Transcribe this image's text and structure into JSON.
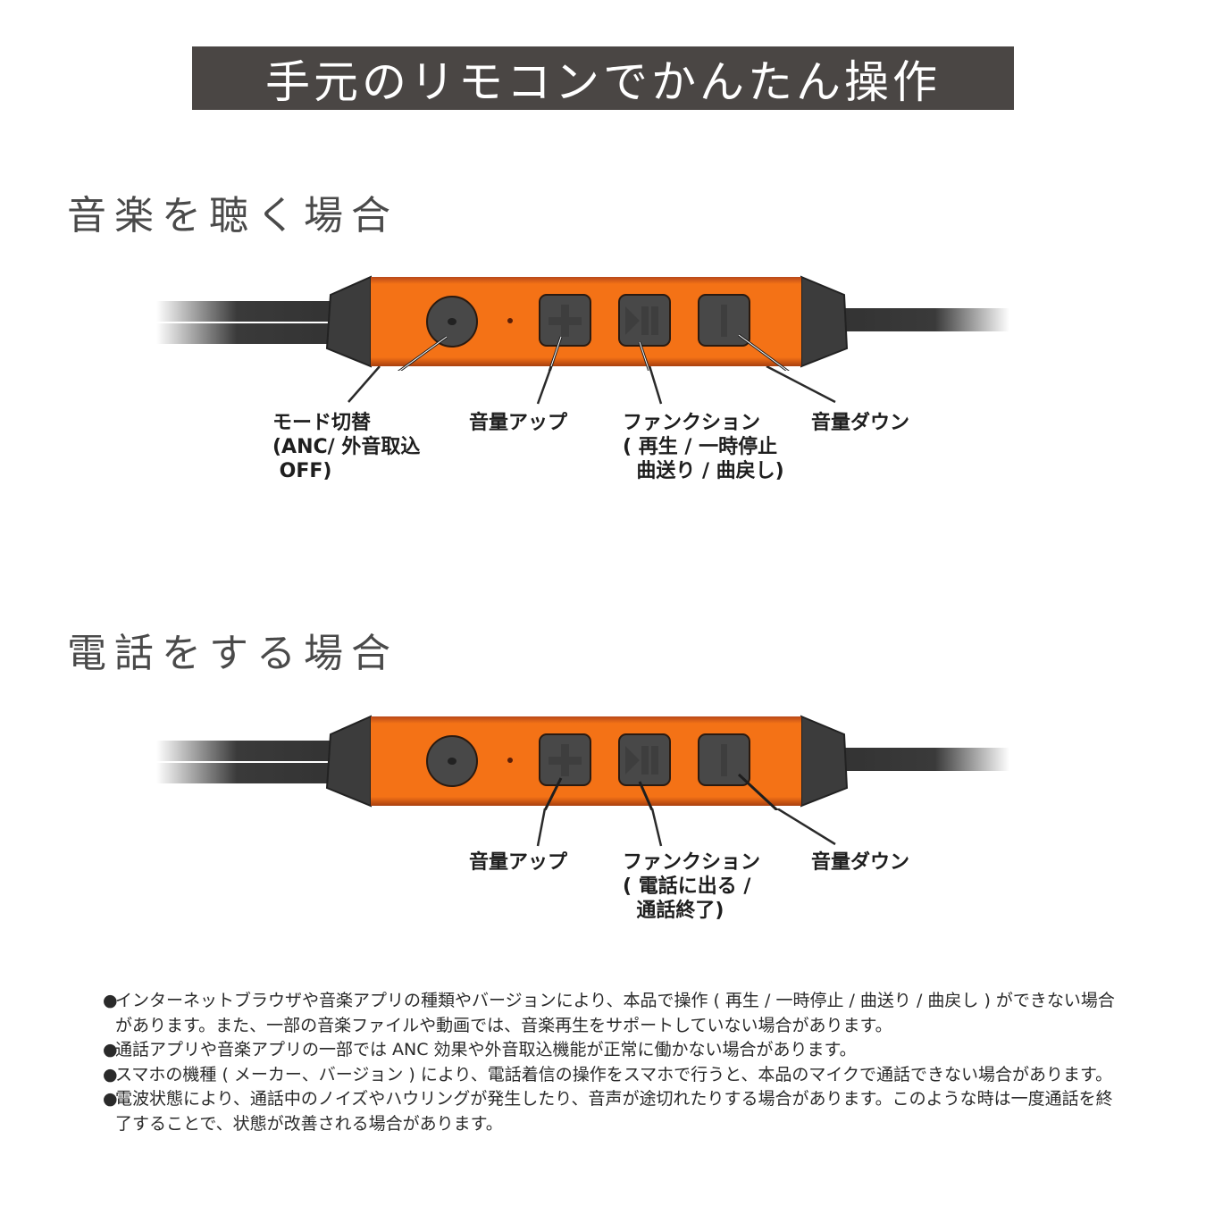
{
  "banner": {
    "title": "手元のリモコンでかんたん操作"
  },
  "music_section": {
    "title": "音楽を聴く場合",
    "labels": {
      "mode": "モード切替\n(ANC/ 外音取込\n OFF)",
      "volume_up": "音量アップ",
      "function": "ファンクション\n( 再生 / 一時停止\n  曲送り / 曲戻し)",
      "volume_down": "音量ダウン"
    }
  },
  "call_section": {
    "title": "電話をする場合",
    "labels": {
      "volume_up": "音量アップ",
      "function": "ファンクション\n( 電話に出る /\n  通話終了)",
      "volume_down": "音量ダウン"
    }
  },
  "remote": {
    "body_color": "#f47216",
    "cap_color": "#3c3c3c",
    "button_color": "#4a4a4a",
    "icons": [
      "mode-button-icon",
      "plus-icon",
      "play-pause-icon",
      "minus-icon"
    ]
  },
  "notes": [
    {
      "bullet": "●",
      "text": "インターネットブラウザや音楽アプリの種類やバージョンにより、本品で操作 ( 再生 / 一時停止 / 曲送り / 曲戻し ) ができない場合があります。また、一部の音楽ファイルや動画では、音楽再生をサポートしていない場合があります。"
    },
    {
      "bullet": "●",
      "text": "通話アプリや音楽アプリの一部では ANC 効果や外音取込機能が正常に働かない場合があります。"
    },
    {
      "bullet": "●",
      "text": "スマホの機種 ( メーカー、バージョン ) により、電話着信の操作をスマホで行うと、本品のマイクで通話できない場合があります。"
    },
    {
      "bullet": "●",
      "text": "電波状態により、通話中のノイズやハウリングが発生したり、音声が途切れたりする場合があります。このような時は一度通話を終了することで、状態が改善される場合があります。"
    }
  ]
}
